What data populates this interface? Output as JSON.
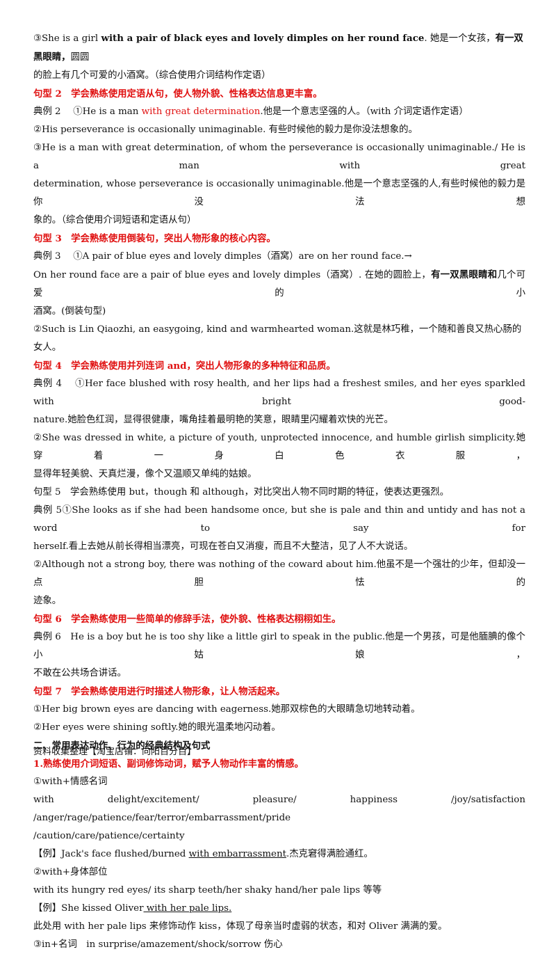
{
  "l1": {
    "a": "③She is a girl ",
    "b": "with a pair of black eyes and lovely dimples on her round face",
    "c": ". 她是一个女孩，",
    "d": "有一双黑眼睛，",
    "e": "圆圆"
  },
  "l2": "的脸上有几个可爱的小酒窝。（综合使用介词结构作定语）",
  "h2": "句型 2　学会熟练使用定语从句，使人物外貌、性格表达信息更丰富。",
  "l3": {
    "a": "典例 2　 ①He is a man ",
    "b": "with great determination",
    "c": ".他是一个意志坚强的人。（with 介词定语作定语）"
  },
  "l4": "②His perseverance is occasionally unimaginable. 有些时候他的毅力是你没法想象的。",
  "l5": "③He is a man with great determination, of whom the perseverance is occasionally unimaginable./ He is a man with great",
  "l6": "determination, whose perseverance is occasionally unimaginable.他是一个意志坚强的人,有些时候他的毅力是你没法想",
  "l7": "象的。（综合使用介词短语和定语从句）",
  "h3": "句型 3　学会熟练使用倒装句，突出人物形象的核心内容。",
  "l8": "典例 3　 ①A pair of blue eyes and lovely dimples（酒窝）are on her round face.→",
  "l9": {
    "a": "On her round face are a pair of blue eyes and lovely dimples（酒窝）. 在她的圆脸上，",
    "b": "有一双黑眼睛和",
    "c": "几个可爱的小"
  },
  "l10": "酒窝。(倒装句型)",
  "l11": "②Such is Lin Qiaozhi, an easygoing, kind and warmhearted woman.这就是林巧稚，一个随和善良又热心肠的女人。",
  "h4": "句型 4　学会熟练使用并列连词 and，突出人物形象的多种特征和品质。",
  "l12": "典例 4　 ①Her face blushed with rosy health, and her lips had a freshest smiles, and her eyes sparkled with bright good-",
  "l13": "nature.她脸色红润，显得很健康，嘴角挂着最明艳的笑意，眼睛里闪耀着欢快的光芒。",
  "l14": "②She was dressed in white, a picture of youth, unprotected innocence, and humble girlish simplicity.她穿着一身白色衣服，",
  "l15": "显得年轻美貌、天真烂漫，像个又温顺又单纯的姑娘。",
  "h5": "句型 5　学会熟练使用 but，though 和 although，对比突出人物不同时期的特征，使表达更强烈。",
  "l16": "典例 5①She looks as if she had been handsome once, but she is pale and thin and untidy and has not a word to say for",
  "l17": "herself.看上去她从前长得相当漂亮，可现在苍白又消瘦，而且不大整洁，见了人不大说话。",
  "l18": "②Although not a strong boy, there was nothing of the coward about him.他虽不是一个强壮的少年，但却没一点胆怯的",
  "l19": "迹象。",
  "h6": "句型 6　学会熟练使用一些简单的修辞手法，使外貌、性格表达栩栩如生。",
  "l20": "典例 6　He is a boy but he is too shy like a little girl to speak in the public.他是一个男孩，可是他腼腆的像个小姑娘，",
  "l21": "不敢在公共场合讲话。",
  "h7": "句型 7　学会熟练使用进行时描述人物形象，让人物活起来。",
  "l22": "①Her big brown eyes are dancing with eagerness.她那双棕色的大眼睛急切地转动着。",
  "l23": "②Her eyes were shining softly.她的眼光温柔地闪动着。",
  "sec2": "二、常用表达动作、行为的经典结构及句式",
  "h8": "1.熟练使用介词短语、副词修饰动词，赋予人物动作丰富的情感。",
  "l24": "①with+情感名词",
  "l25": "with delight/excitement/ pleasure/ happiness /joy/satisfaction /anger/rage/patience/fear/terror/embarrassment/pride",
  "l26": "/caution/care/patience/certainty",
  "l27": {
    "a": "【例】Jack's face flushed/burned ",
    "b": "with embarrassment",
    "c": ".杰克窘得满脸通红。"
  },
  "l28": "②with+身体部位",
  "l29": "with its hungry red eyes/ its sharp teeth/her shaky hand/her pale lips 等等",
  "l30": {
    "a": "【例】She kissed Oliver",
    "b": " with her pale lips. "
  },
  "l31": "此处用 with her pale lips 来修饰动作 kiss，体现了母亲当时虚弱的状态，和对 Oliver 满满的爱。",
  "l32": "③in+名词　in surprise/amazement/shock/sorrow 伤心",
  "footer": "资料收集整理【淘宝店铺：向阳百分百】"
}
